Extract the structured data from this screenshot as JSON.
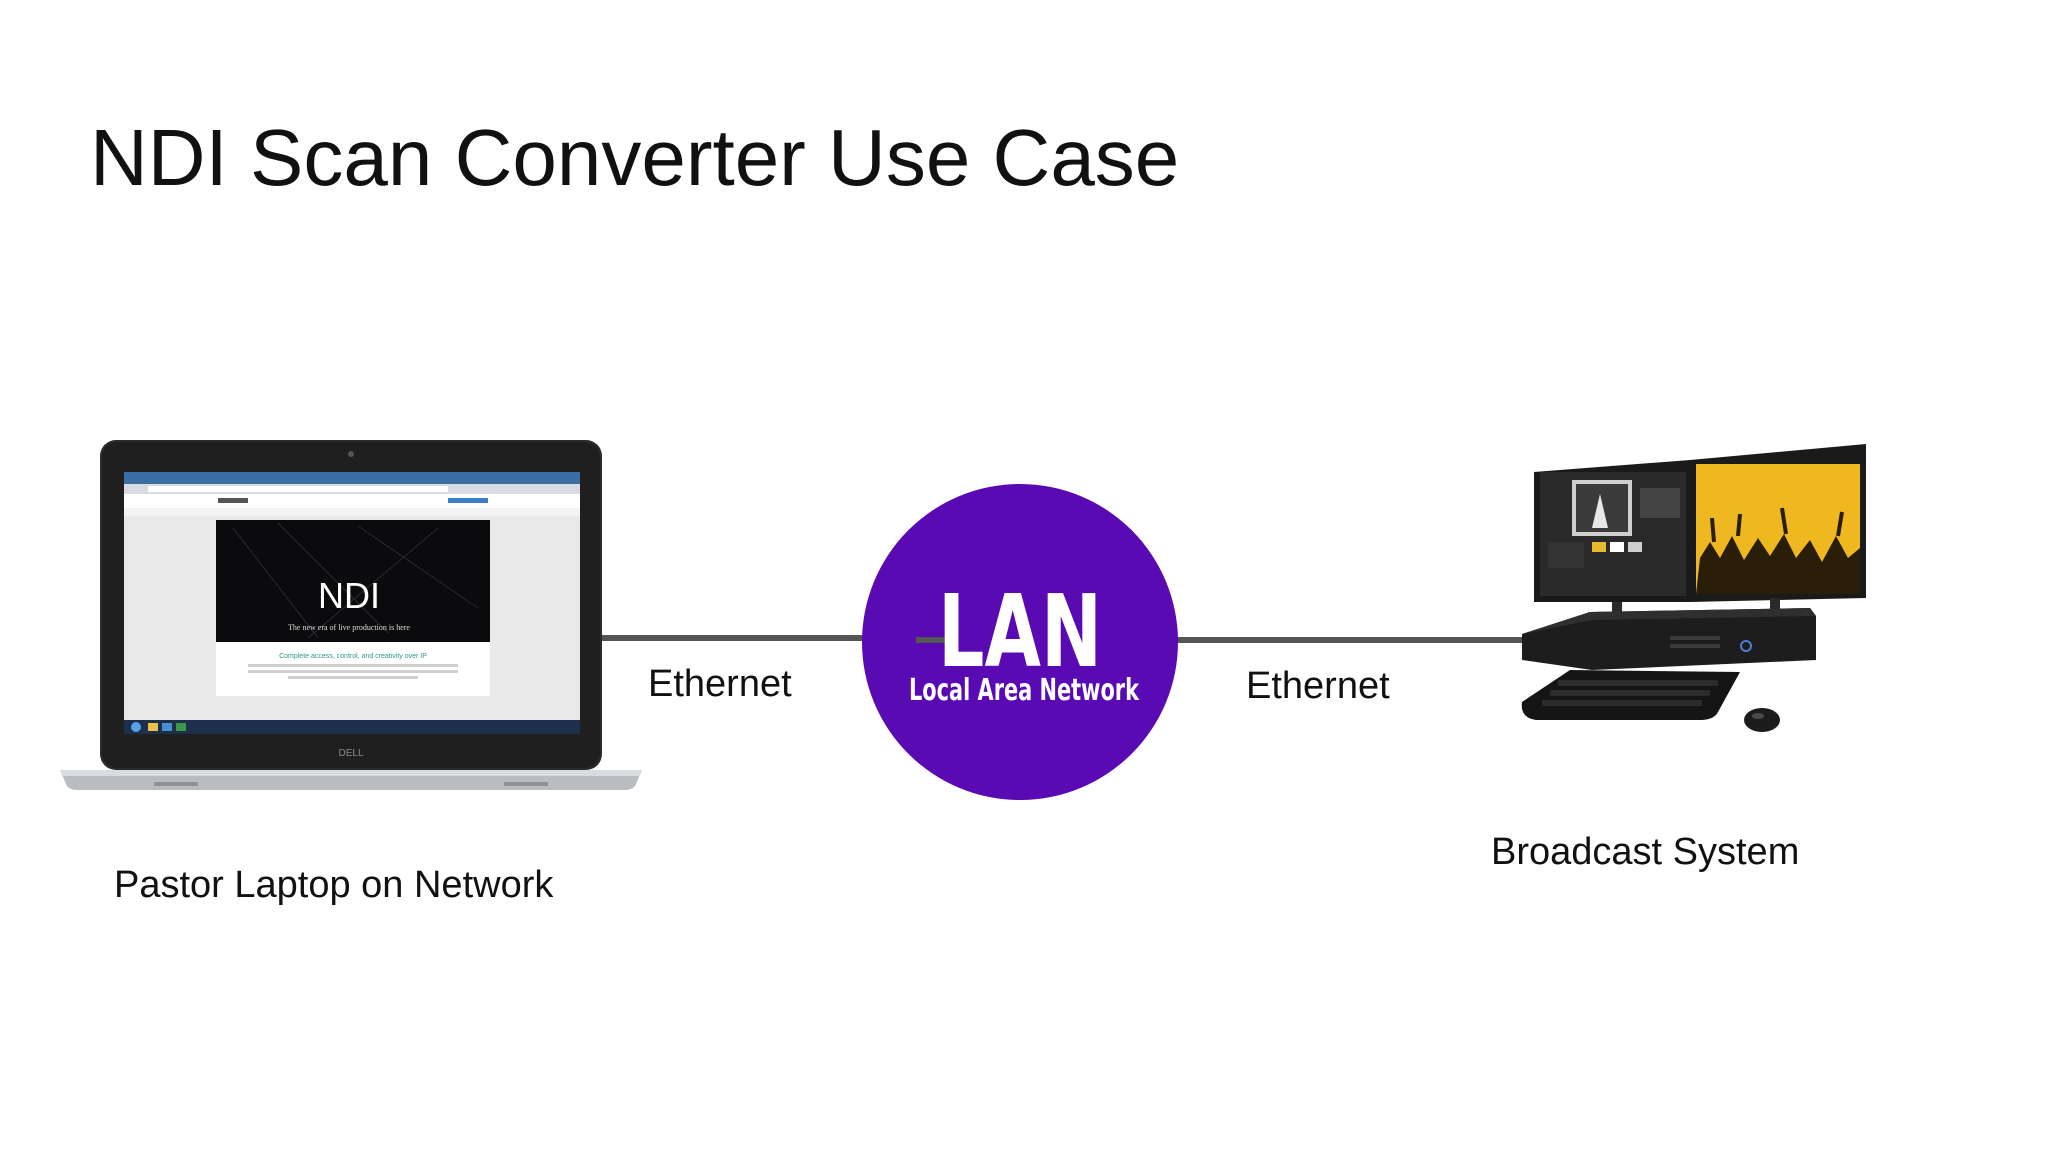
{
  "slide": {
    "title": "NDI Scan Converter Use Case"
  },
  "devices": {
    "laptop": {
      "label": "Pastor Laptop on Network",
      "screen_logo": "NDI",
      "screen_tagline": "The new era of live production is here",
      "screen_subheading": "Complete access, control, and creativity over IP",
      "brand": "DELL",
      "icon": "laptop-icon"
    },
    "broadcast": {
      "label": "Broadcast System",
      "icon": "broadcast-workstation-icon"
    },
    "lan": {
      "main_text": "LAN",
      "sub_text": "Local Area Network",
      "color": "#5a0ab2",
      "icon": "lan-circle-icon"
    }
  },
  "connections": {
    "left_label": "Ethernet",
    "right_label": "Ethernet",
    "line_color": "#555555"
  }
}
